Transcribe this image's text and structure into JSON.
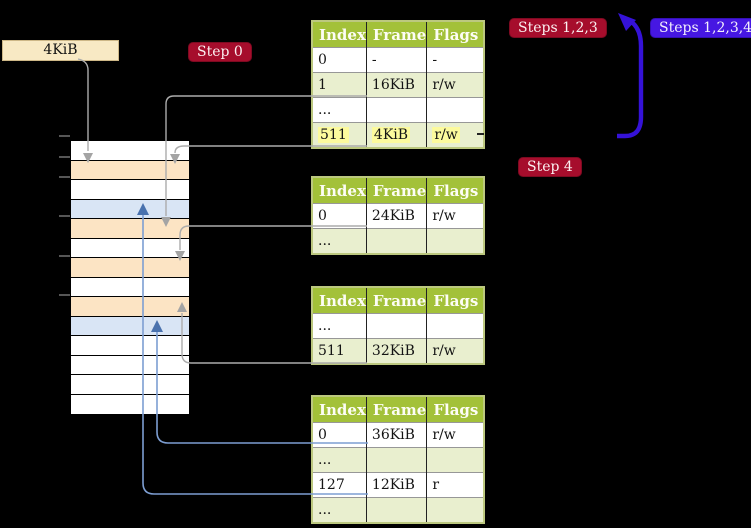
{
  "labels": {
    "page_size": "4KiB",
    "step0": "Step 0",
    "steps123": "Steps 1,2,3",
    "steps1234": "Steps 1,2,3,4",
    "step4": "Step 4"
  },
  "memory": {
    "row_colors": [
      "white",
      "orange",
      "white",
      "blue",
      "orange",
      "white",
      "orange",
      "white",
      "orange",
      "blue",
      "white",
      "white",
      "white",
      "white"
    ]
  },
  "tables": [
    {
      "headers": [
        "Index",
        "Frame",
        "Flags"
      ],
      "rows": [
        {
          "cells": [
            "0",
            "-",
            "-"
          ],
          "highlight": false
        },
        {
          "cells": [
            "1",
            "16KiB",
            "r/w"
          ],
          "highlight": false
        },
        {
          "cells": [
            "...",
            "",
            ""
          ],
          "highlight": false
        },
        {
          "cells": [
            "511",
            "4KiB",
            "r/w"
          ],
          "highlight": true
        }
      ]
    },
    {
      "headers": [
        "Index",
        "Frame",
        "Flags"
      ],
      "rows": [
        {
          "cells": [
            "0",
            "24KiB",
            "r/w"
          ],
          "highlight": false
        },
        {
          "cells": [
            "...",
            "",
            ""
          ],
          "highlight": false
        }
      ]
    },
    {
      "headers": [
        "Index",
        "Frame",
        "Flags"
      ],
      "rows": [
        {
          "cells": [
            "...",
            "",
            ""
          ],
          "highlight": false
        },
        {
          "cells": [
            "511",
            "32KiB",
            "r/w"
          ],
          "highlight": false
        }
      ]
    },
    {
      "headers": [
        "Index",
        "Frame",
        "Flags"
      ],
      "rows": [
        {
          "cells": [
            "0",
            "36KiB",
            "r/w"
          ],
          "highlight": false
        },
        {
          "cells": [
            "...",
            "",
            ""
          ],
          "highlight": false
        },
        {
          "cells": [
            "127",
            "12KiB",
            "r"
          ],
          "highlight": false
        },
        {
          "cells": [
            "...",
            "",
            ""
          ],
          "highlight": false
        }
      ]
    }
  ],
  "colors": {
    "background": "#000000",
    "table_header_bg": "#a3c139",
    "table_row_alt_bg": "#e9efcf",
    "table_border": "#bcc87f",
    "highlight_yellow": "#fcfa9d",
    "memory_orange": "#fce4c4",
    "memory_blue": "#d9e5f5",
    "badge_crimson": "#a60d2c",
    "badge_blue": "#4617e2",
    "big_arrow_blue": "#3512d8",
    "connector_gray": "#acacac",
    "connector_steelblue": "#7d9ed2",
    "label_box_bg": "#f8e9c4"
  }
}
